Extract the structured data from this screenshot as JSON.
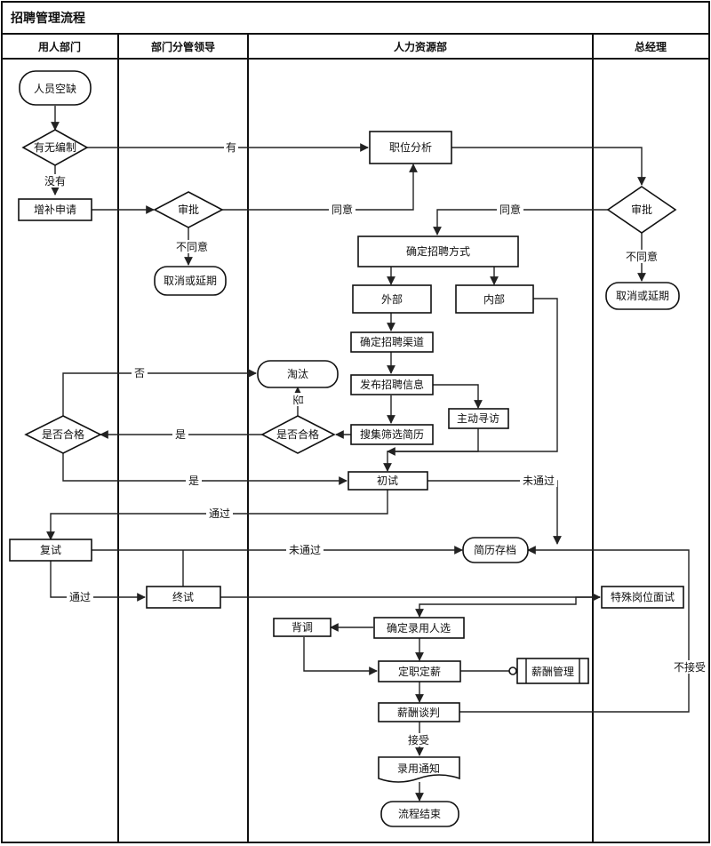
{
  "title": "招聘管理流程",
  "lanes": [
    "用人部门",
    "部门分管领导",
    "人力资源部",
    "总经理"
  ],
  "nodes": {
    "n_start": "人员空缺",
    "n_quota": "有无编制",
    "n_add": "增补申请",
    "n_approve1": "审批",
    "n_cancel1": "取消或延期",
    "n_jobanalysis": "职位分析",
    "n_approve2": "审批",
    "n_cancel2": "取消或延期",
    "n_method": "确定招聘方式",
    "n_external": "外部",
    "n_internal": "内部",
    "n_channel": "确定招聘渠道",
    "n_publish": "发布招聘信息",
    "n_visit": "主动寻访",
    "n_eliminate": "淘汰",
    "n_collect": "搜集筛选简历",
    "n_qualify_hr": "是否合格",
    "n_qualify_dept": "是否合格",
    "n_first": "初试",
    "n_second": "复试",
    "n_archive": "简历存档",
    "n_final": "终试",
    "n_special": "特殊岗位面试",
    "n_select": "确定录用人选",
    "n_background": "背调",
    "n_salaryset": "定职定薪",
    "n_salarymgmt": "薪酬管理",
    "n_negotiate": "薪酬谈判",
    "n_notice": "录用通知",
    "n_end": "流程结束"
  },
  "edge_labels": {
    "e_have": "有",
    "e_none": "没有",
    "e_agree1": "同意",
    "e_disagree1": "不同意",
    "e_agree2": "同意",
    "e_disagree2": "不同意",
    "e_no_hr": "否",
    "e_no_dept": "否",
    "e_yes_hr": "是",
    "e_yes_dept": "是",
    "e_pass1": "通过",
    "e_fail1": "未通过",
    "e_fail2": "未通过",
    "e_pass2": "通过",
    "e_reject": "不接受",
    "e_accept": "接受"
  }
}
